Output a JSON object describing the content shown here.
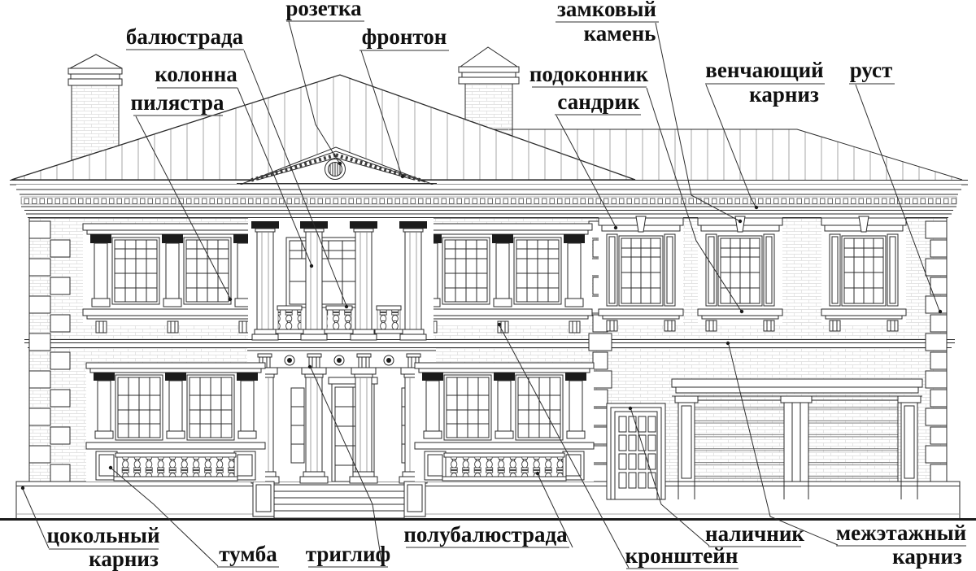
{
  "labels": {
    "rozetka": "розетка",
    "balyustrada": "балюстрада",
    "kolonna": "колонна",
    "pilyastra": "пилястра",
    "fronton": "фронтон",
    "zamkovyy_1": "замковый",
    "zamkovyy_2": "камень",
    "podokonnik": "подоконник",
    "sandrik": "сандрик",
    "venchayushchiy_1": "венчающий",
    "venchayushchiy_2": "карниз",
    "rust": "руст",
    "tsokolnyy_1": "цокольный",
    "tsokolnyy_2": "карниз",
    "tumba": "тумба",
    "triglif": "триглиф",
    "polubalyustrada": "полубалюстрада",
    "kronshteyn": "кронштейн",
    "nalichnik": "наличник",
    "mezhetazhnyy_1": "межэтажный",
    "mezhetazhnyy_2": "карниз"
  },
  "colors": {
    "ink": "#1b1b1b",
    "line": "#2b2b2b",
    "underline": "#5a5a5a",
    "brick": "#d9d9d9",
    "roof_seam": "#909090",
    "background": "#ffffff"
  }
}
